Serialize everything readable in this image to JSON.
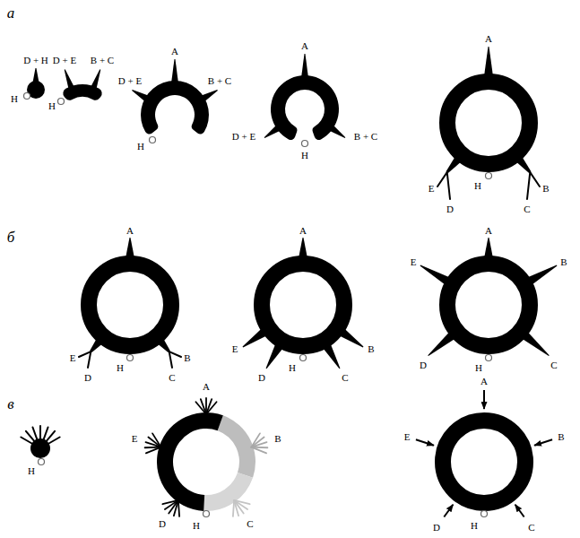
{
  "diagram": {
    "labels": [
      "а",
      "D + H",
      "H",
      "D + E",
      "B + C",
      "H",
      "A",
      "D + E",
      "B + C",
      "H",
      "A",
      "D + E",
      "H",
      "B + C",
      "A",
      "E",
      "D",
      "H",
      "B",
      "C",
      "б",
      "A",
      "E",
      "D",
      "H",
      "B",
      "C",
      "A",
      "E",
      "D",
      "H",
      "B",
      "C",
      "A",
      "E",
      "D",
      "H",
      "B",
      "C",
      "в",
      "H",
      "A",
      "E",
      "D",
      "H",
      "B",
      "C",
      "A",
      "E",
      "D",
      "H",
      "B",
      "C"
    ]
  }
}
